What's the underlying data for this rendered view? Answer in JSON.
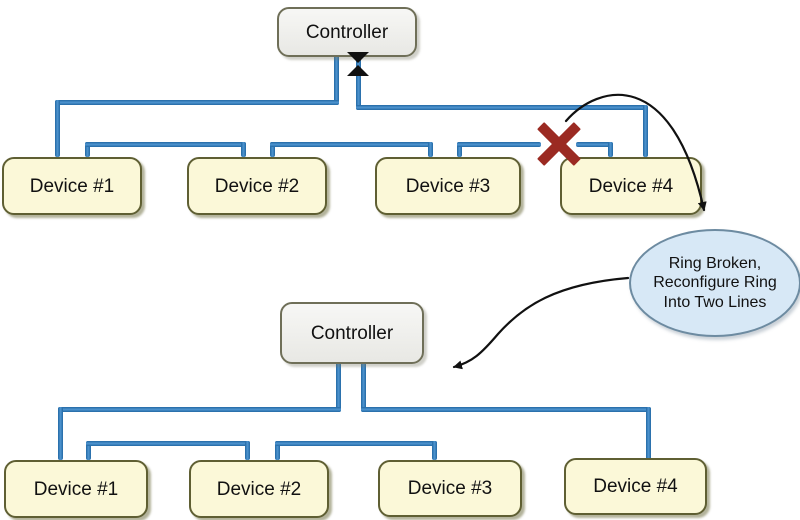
{
  "top_diagram": {
    "controller_label": "Controller",
    "device_labels": [
      "Device #1",
      "Device #2",
      "Device #3",
      "Device #4"
    ]
  },
  "bottom_diagram": {
    "controller_label": "Controller",
    "device_labels": [
      "Device #1",
      "Device #2",
      "Device #3",
      "Device #4"
    ]
  },
  "callout": {
    "lines": [
      "Ring Broken,",
      "Reconfigure Ring",
      "Into Two Lines"
    ]
  },
  "icons": {
    "blocked_port_icon": "black hourglass (two facing triangles) on controller ring port",
    "broken_link_x_icon": "dark red X over broken ring segment",
    "arrow_break_to_callout_icon": "curved black arrow",
    "arrow_callout_to_new_topology_icon": "curved black arrow"
  },
  "colors": {
    "bg": "#ffffff",
    "link_dark": "#2268a4",
    "link_light": "#4f95d0",
    "device_fill": "#fbf8d8",
    "device_border": "#5f5f33",
    "controller_fill_top": "#f7f7f5",
    "controller_fill_bottom": "#e8e8e4",
    "controller_border": "#6f6f58",
    "callout_fill": "#d7e8f6",
    "callout_border": "#6d8ba1",
    "broken_x": "#9b2a22",
    "ink": "#111111"
  }
}
